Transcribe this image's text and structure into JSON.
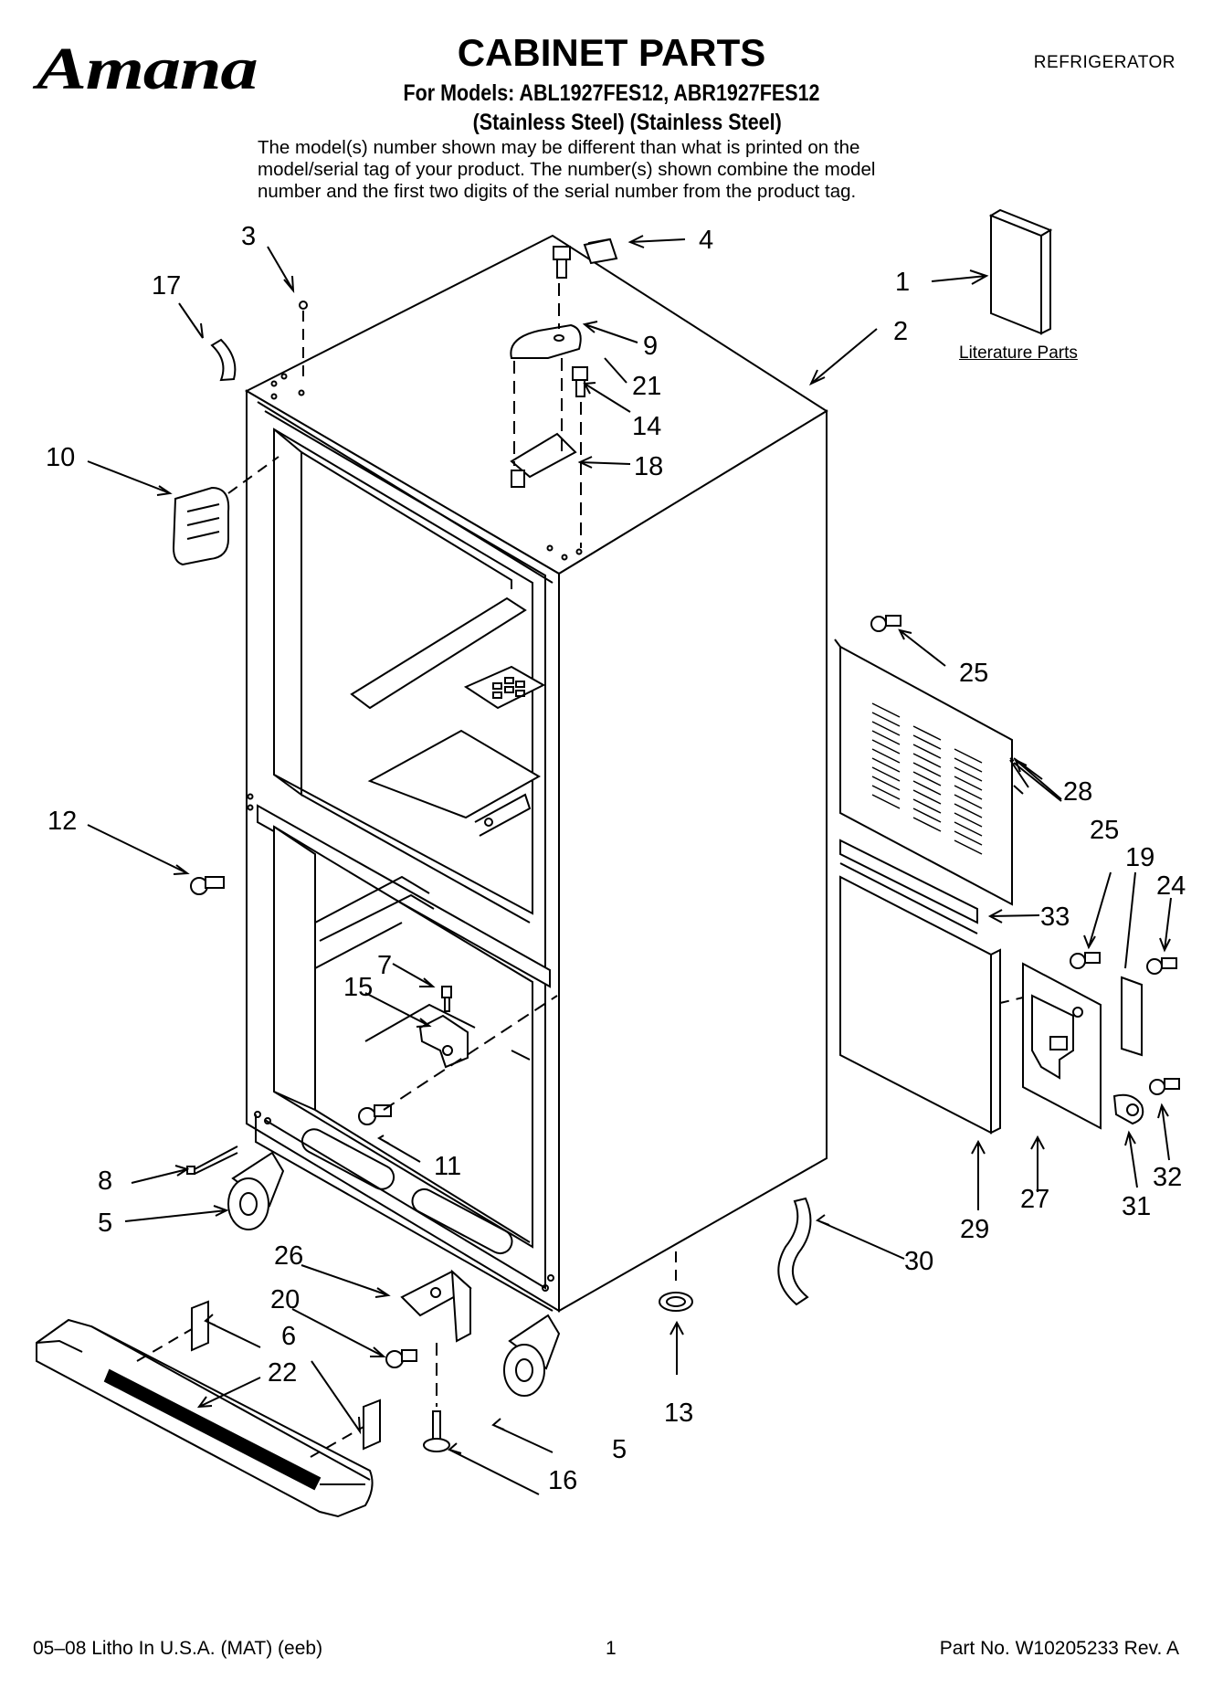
{
  "header": {
    "brand": "Amana",
    "title": "CABINET PARTS",
    "category": "REFRIGERATOR",
    "models_line": "For Models: ABL1927FES12, ABR1927FES12",
    "finish_line": "(Stainless Steel) (Stainless Steel)",
    "note_lines": [
      "The model(s) number shown may be different than what is printed on the",
      "model/serial tag of your product. The number(s) shown combine the model",
      "number and the first two digits of the serial number from the product tag."
    ]
  },
  "literature_label": "Literature Parts",
  "callouts": [
    "1",
    "2",
    "3",
    "4",
    "5",
    "5",
    "6",
    "7",
    "8",
    "9",
    "10",
    "11",
    "12",
    "13",
    "14",
    "15",
    "16",
    "17",
    "18",
    "19",
    "20",
    "21",
    "22",
    "24",
    "25",
    "25",
    "26",
    "27",
    "28",
    "29",
    "30",
    "31",
    "32",
    "33"
  ],
  "footer": {
    "left": "05–08 Litho In U.S.A. (MAT) (eeb)",
    "page": "1",
    "part_no": "Part No. W10205233 Rev. A"
  },
  "colors": {
    "ink": "#000000",
    "paper": "#ffffff"
  }
}
